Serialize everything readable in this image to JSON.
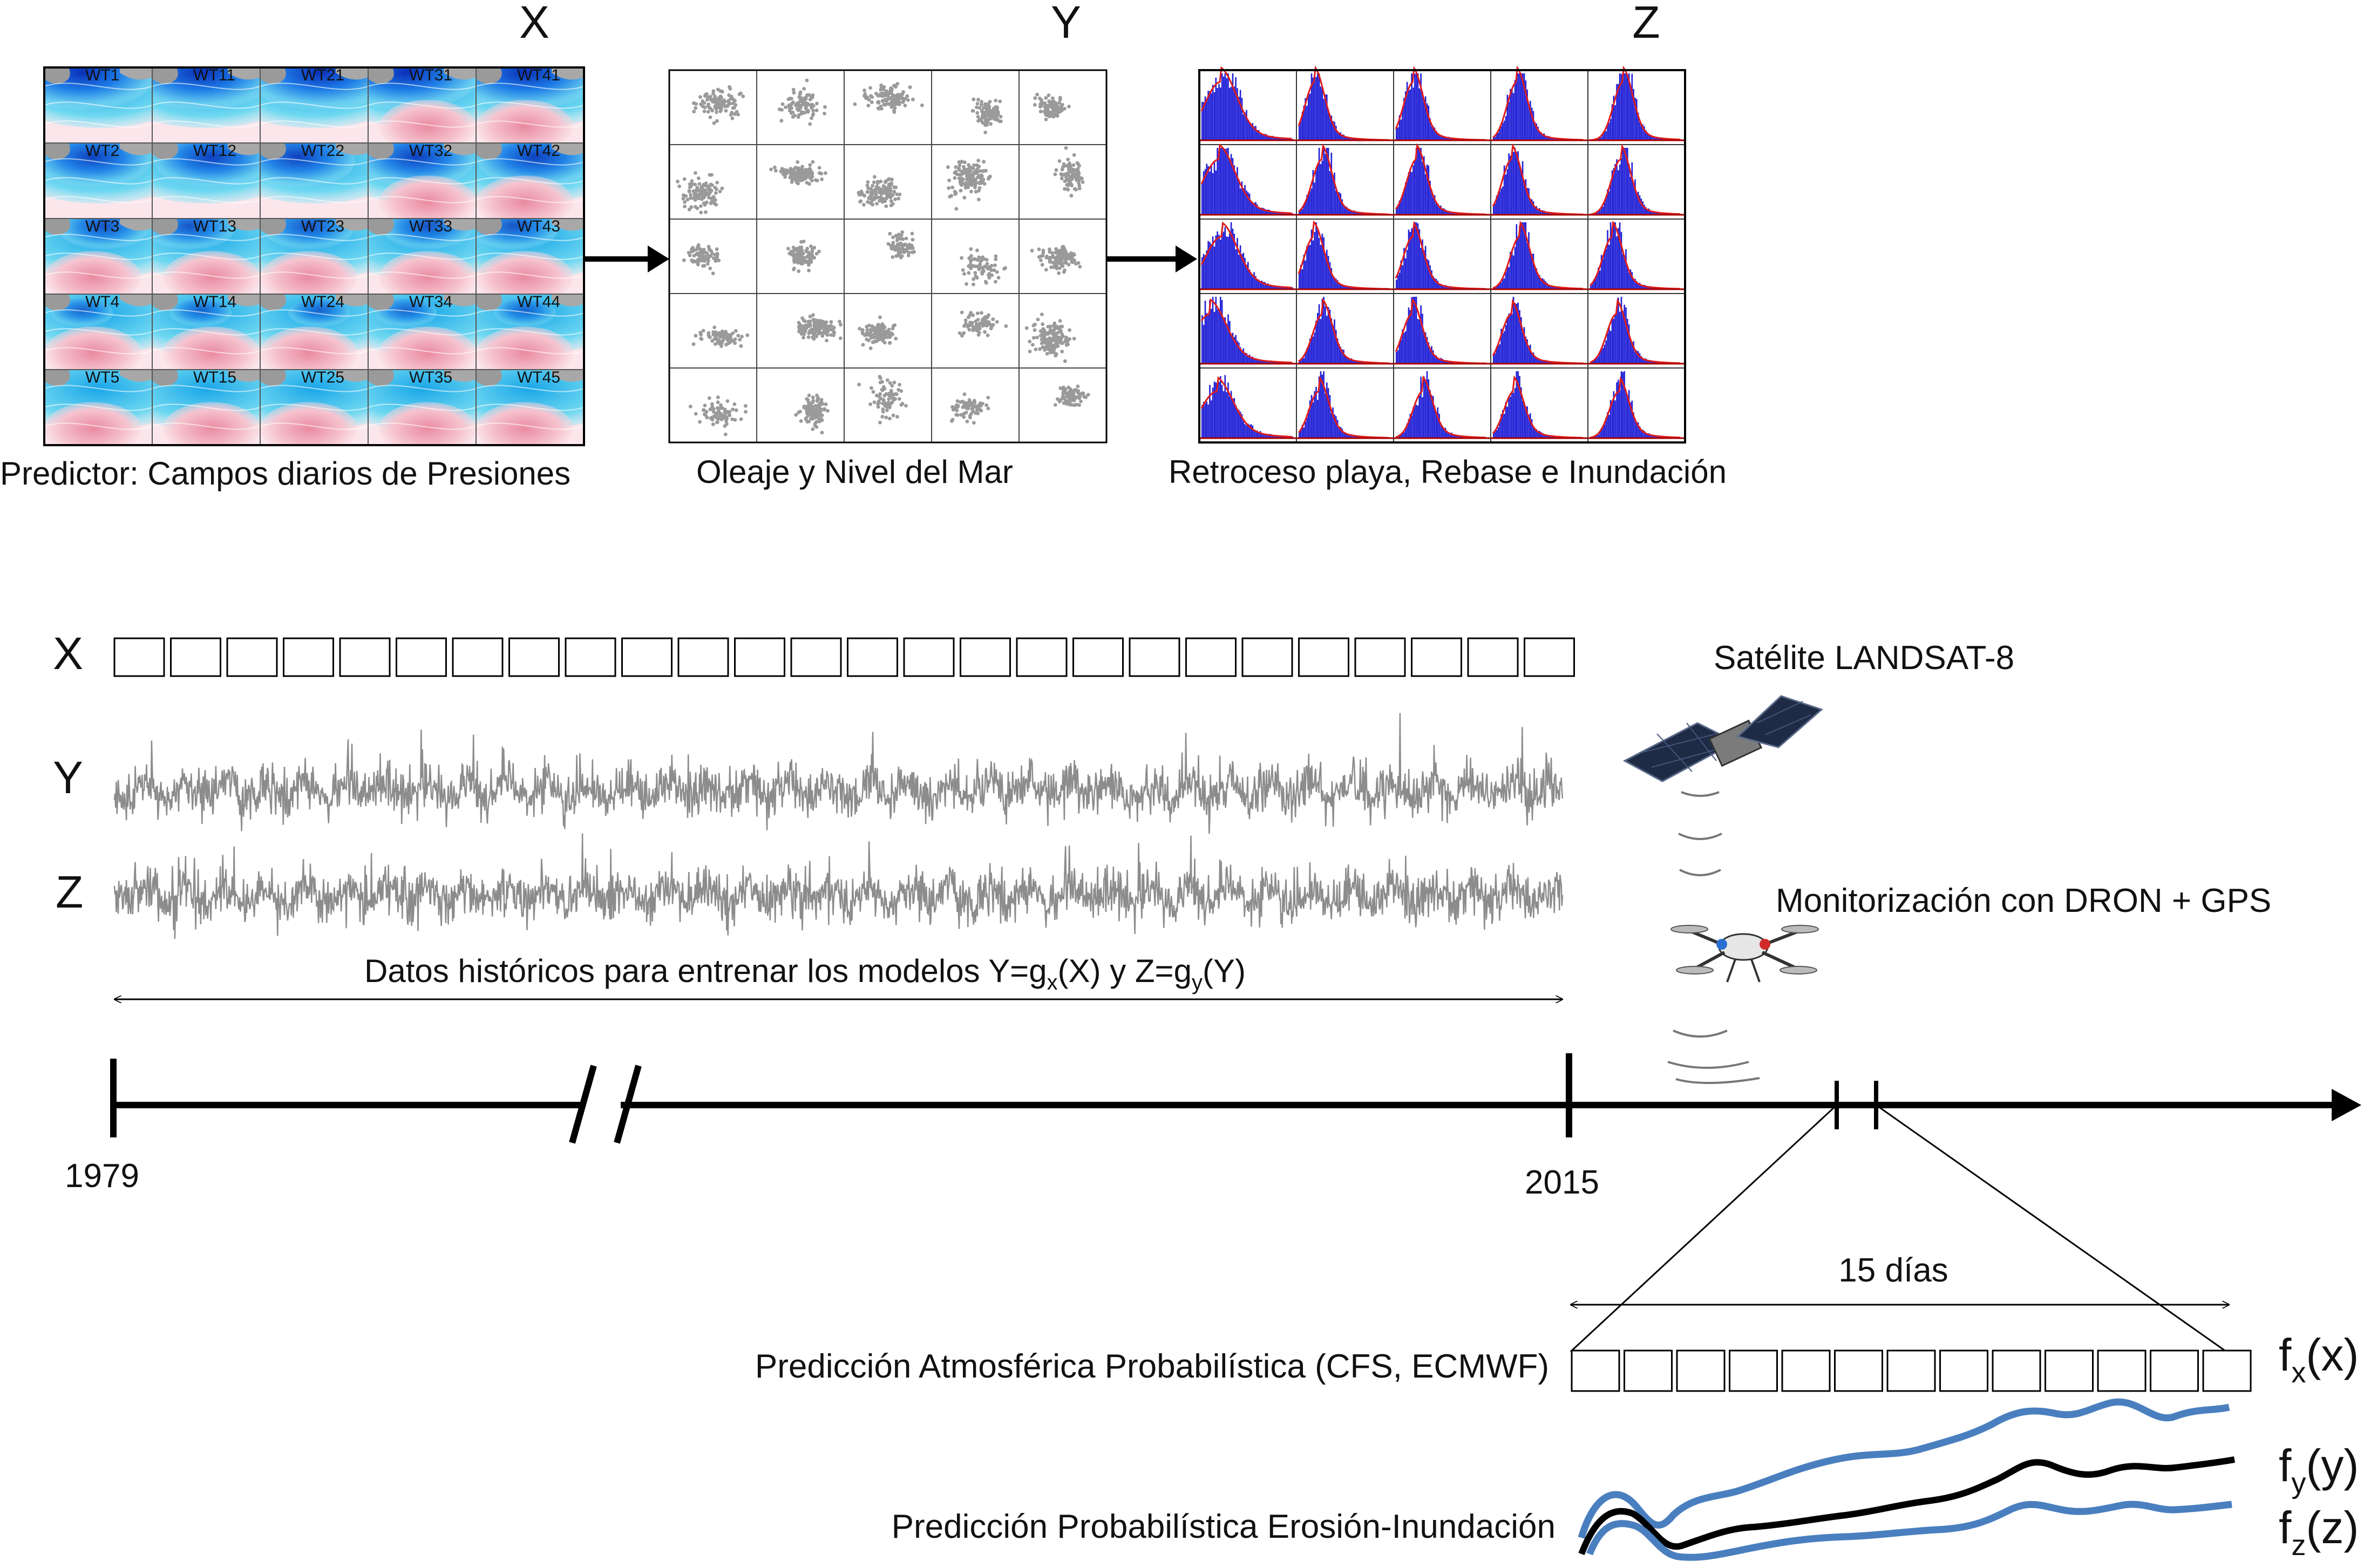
{
  "top_panels": {
    "x_letter": "X",
    "y_letter": "Y",
    "z_letter": "Z",
    "weather_types": [
      [
        "WT1",
        "WT11",
        "WT21",
        "WT31",
        "WT41"
      ],
      [
        "WT2",
        "WT12",
        "WT22",
        "WT32",
        "WT42"
      ],
      [
        "WT3",
        "WT13",
        "WT23",
        "WT33",
        "WT43"
      ],
      [
        "WT4",
        "WT14",
        "WT24",
        "WT34",
        "WT44"
      ],
      [
        "WT5",
        "WT15",
        "WT25",
        "WT35",
        "WT45"
      ]
    ],
    "predictor_caption": "Predictor: Campos diarios de Presiones",
    "waves_caption": "Oleaje y Nivel del Mar",
    "impacts_caption": "Retroceso playa, Rebase e Inundación"
  },
  "series_labels": {
    "x": "X",
    "y": "Y",
    "z": "Z"
  },
  "historical": {
    "text_main": "Datos históricos para entrenar los modelos Y=g",
    "sub_x": "x",
    "text_mid": "(X) y Z=g",
    "sub_y": "y",
    "text_end": "(Y)"
  },
  "timeline": {
    "start_year": "1979",
    "end_year": "2015"
  },
  "monitoring": {
    "satellite_label": "Satélite LANDSAT-8",
    "drone_label": "Monitorización con DRON + GPS"
  },
  "forecast": {
    "window_label": "15 días",
    "atmos_label": "Predicción Atmosférica Probabilística (CFS, ECMWF)",
    "erosion_label": "Predicción Probabilística Erosión-Inundación",
    "fx": {
      "base": "f",
      "sub": "x",
      "arg": "(x)"
    },
    "fy": {
      "base": "f",
      "sub": "y",
      "arg": "(y)"
    },
    "fz": {
      "base": "f",
      "sub": "z",
      "arg": "(z)"
    }
  },
  "colors": {
    "scatter_gray": "#9a9a9a",
    "hist_blue": "#1f1fd6",
    "hist_red": "#e01b1b",
    "band_blue": "#4a7fbf",
    "series_gray": "#8c8c8c"
  }
}
